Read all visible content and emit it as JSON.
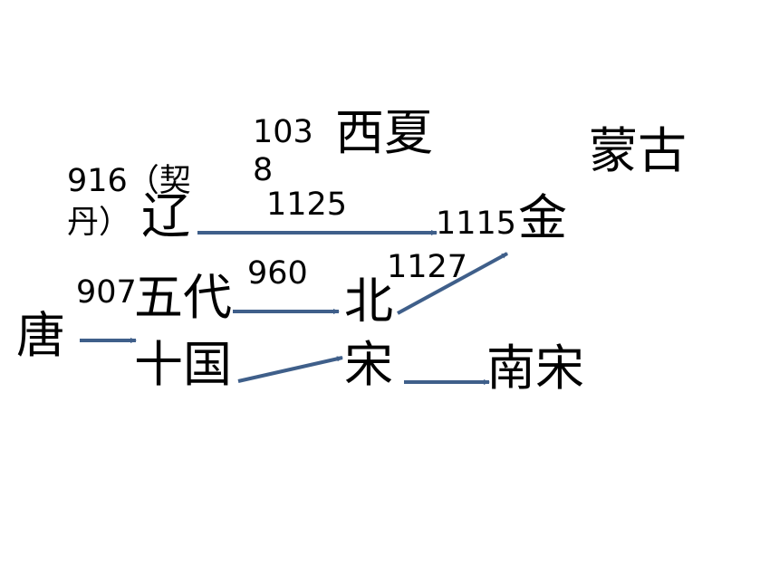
{
  "nodes": {
    "xixia": "西夏",
    "menggu": "蒙古",
    "liao": "辽",
    "jin": "金",
    "wudai": "五代",
    "shiguo": "十国",
    "bei": "北",
    "song": "宋",
    "nansong": "南宋",
    "tang": "唐"
  },
  "labels": {
    "liao_note_line1": "916（契",
    "liao_note_line2": "丹）",
    "xixia_year_line1": "103",
    "xixia_year_line2": "8",
    "liao_end": "1125",
    "jin_start": "1115",
    "wudai_year": "907",
    "beisong_start": "960",
    "beisong_end": "1127"
  },
  "colors": {
    "arrow": "#3f5f8a",
    "text": "#000000",
    "background": "#ffffff"
  }
}
